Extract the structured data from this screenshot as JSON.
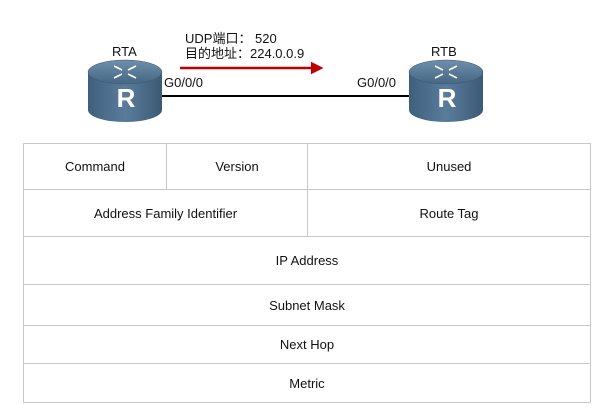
{
  "topology": {
    "router_left": {
      "name": "RTA",
      "interface": "G0/0/0",
      "icon": "router-icon",
      "glyph": "R"
    },
    "router_right": {
      "name": "RTB",
      "interface": "G0/0/0",
      "icon": "router-icon",
      "glyph": "R"
    },
    "packet": {
      "line1": "UDP端口：  520",
      "line2": "目的地址：224.0.0.9",
      "arrow_color": "#c00000",
      "icon": "arrow-right-icon"
    },
    "link_color": "#000000",
    "router_color": "#4d6f8d"
  },
  "table": {
    "rows": [
      [
        {
          "text": "Command"
        },
        {
          "text": "Version"
        },
        {
          "text": "Unused"
        }
      ],
      [
        {
          "text": "Address Family Identifier"
        },
        {
          "text": "Route Tag"
        }
      ],
      [
        {
          "text": "IP Address"
        }
      ],
      [
        {
          "text": "Subnet Mask"
        }
      ],
      [
        {
          "text": "Next Hop"
        }
      ],
      [
        {
          "text": "Metric"
        }
      ]
    ],
    "border_color": "#c8c8c8"
  }
}
